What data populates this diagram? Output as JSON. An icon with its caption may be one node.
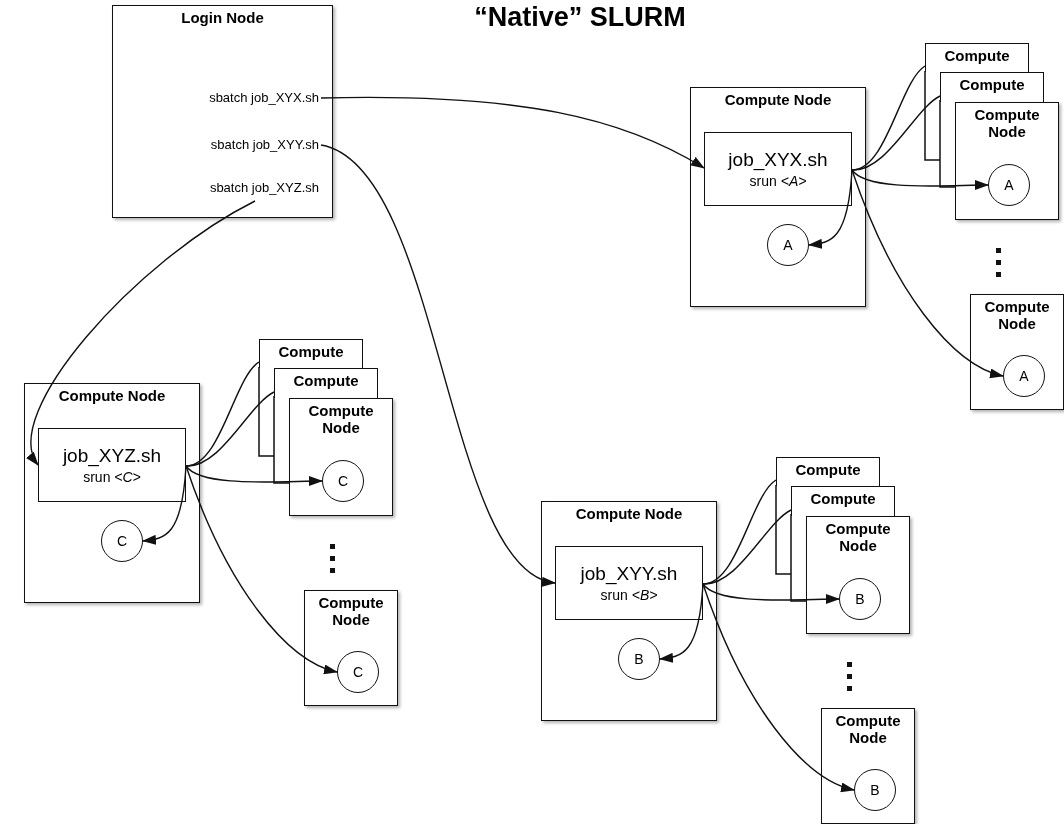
{
  "diagram": {
    "title": "“Native” SLURM",
    "nodes": [
      {
        "text": [
          "Login Node"
        ]
      },
      {
        "text": [
          "sbatch job_XYX.sh"
        ],
        "in": 0
      },
      {
        "text": [
          "sbatch job_XYY.sh"
        ],
        "in": 0
      },
      {
        "text": [
          "sbatch job_XYZ.sh"
        ],
        "in": 0
      },
      {
        "text": [
          "Compute Node"
        ]
      },
      {
        "text": [
          "job_XYX.sh",
          "srun *<A>*"
        ],
        "in": 4
      },
      {
        "text": [
          "A"
        ],
        "in": 4
      },
      {
        "text": [
          "Compute"
        ]
      },
      {
        "text": [
          "Compute"
        ]
      },
      {
        "text": [
          "Compute Node"
        ]
      },
      {
        "text": [
          "A"
        ],
        "in": 9
      },
      {
        "text": [
          "Compute Node"
        ]
      },
      {
        "text": [
          "A"
        ],
        "in": 11
      },
      {
        "text": [
          "Compute Node"
        ]
      },
      {
        "text": [
          "job_XYZ.sh",
          "srun *<C>*"
        ],
        "in": 13
      },
      {
        "text": [
          "C"
        ],
        "in": 13
      },
      {
        "text": [
          "Compute"
        ]
      },
      {
        "text": [
          "Compute"
        ]
      },
      {
        "text": [
          "Compute Node"
        ]
      },
      {
        "text": [
          "C"
        ],
        "in": 18
      },
      {
        "text": [
          "Compute Node"
        ]
      },
      {
        "text": [
          "C"
        ],
        "in": 20
      },
      {
        "text": [
          "Compute Node"
        ]
      },
      {
        "text": [
          "job_XYY.sh",
          "srun *<B>*"
        ],
        "in": 22
      },
      {
        "text": [
          "B"
        ],
        "in": 22
      },
      {
        "text": [
          "Compute"
        ]
      },
      {
        "text": [
          "Compute"
        ]
      },
      {
        "text": [
          "Compute Node"
        ]
      },
      {
        "text": [
          "B"
        ],
        "in": 27
      },
      {
        "text": [
          "Compute Node"
        ]
      },
      {
        "text": [
          "B"
        ],
        "in": 29
      }
    ],
    "edges": [
      {
        "from": 1,
        "to": 5,
        "arrow": "to"
      },
      {
        "from": 2,
        "to": 23,
        "arrow": "to"
      },
      {
        "from": 3,
        "to": 14,
        "arrow": "to"
      },
      {
        "from": 5,
        "to": 7,
        "arrow": "none"
      },
      {
        "from": 5,
        "to": 8,
        "arrow": "none"
      },
      {
        "from": 5,
        "to": 10,
        "arrow": "to"
      },
      {
        "from": 5,
        "to": 6,
        "arrow": "to"
      },
      {
        "from": 5,
        "to": 12,
        "arrow": "to"
      },
      {
        "from": 14,
        "to": 16,
        "arrow": "none"
      },
      {
        "from": 14,
        "to": 17,
        "arrow": "none"
      },
      {
        "from": 14,
        "to": 19,
        "arrow": "to"
      },
      {
        "from": 14,
        "to": 15,
        "arrow": "to"
      },
      {
        "from": 14,
        "to": 21,
        "arrow": "to"
      },
      {
        "from": 23,
        "to": 25,
        "arrow": "none"
      },
      {
        "from": 23,
        "to": 26,
        "arrow": "none"
      },
      {
        "from": 23,
        "to": 28,
        "arrow": "to"
      },
      {
        "from": 23,
        "to": 24,
        "arrow": "to"
      },
      {
        "from": 23,
        "to": 30,
        "arrow": "to"
      }
    ]
  }
}
